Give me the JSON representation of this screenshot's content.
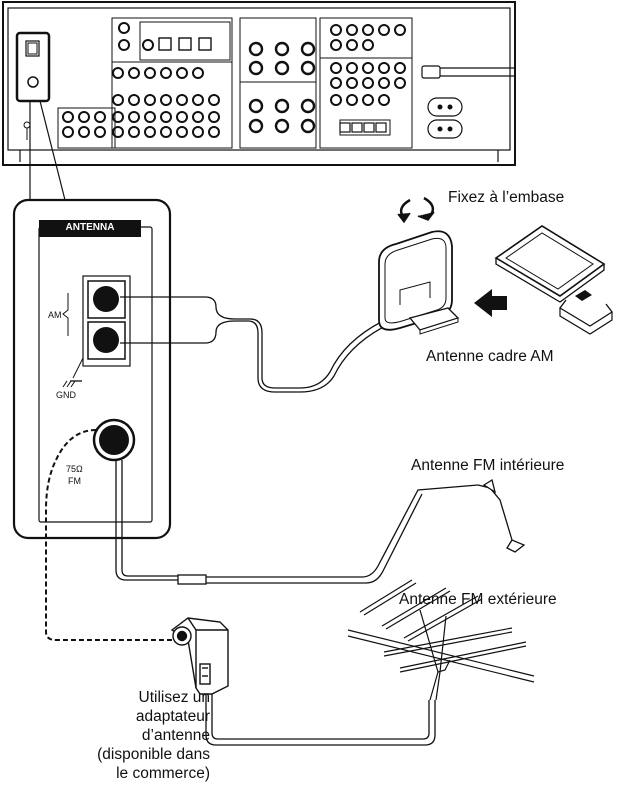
{
  "labels": {
    "antenna_header": "ANTENNA",
    "am": "AM",
    "gnd": "GND",
    "fm_ohm": "75Ω",
    "fm": "FM",
    "fix_base": "Fixez à l’embase",
    "am_loop": "Antenne cadre AM",
    "fm_indoor": "Antenne FM intérieure",
    "fm_outdoor": "Antenne FM extérieure",
    "adapter_note": [
      "Utilisez un",
      "adaptateur",
      "d’antenne",
      "(disponible dans",
      "le commerce)"
    ]
  },
  "colors": {
    "line": "#111111",
    "panel": "#ffffff",
    "header": "#111111"
  }
}
